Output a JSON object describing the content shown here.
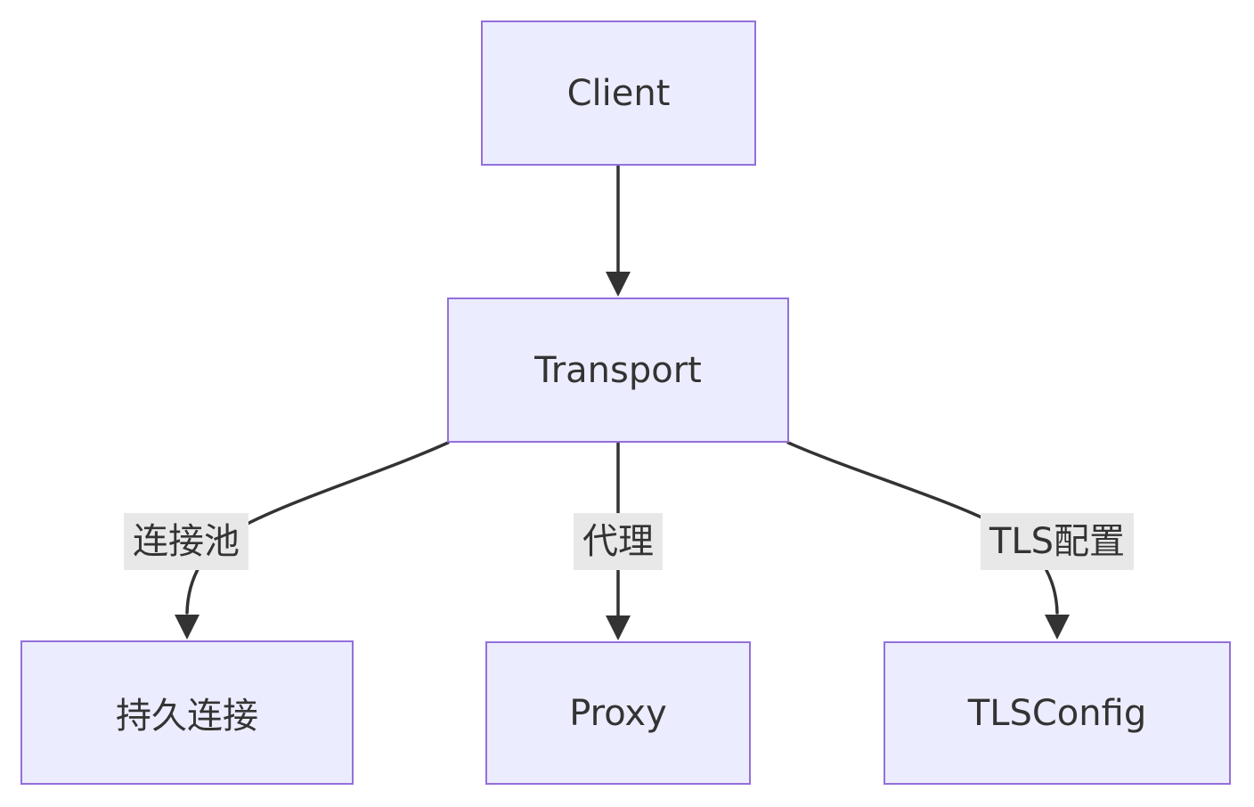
{
  "diagram": {
    "type": "flowchart",
    "direction": "top-down",
    "nodes": [
      {
        "id": "client",
        "label": "Client"
      },
      {
        "id": "transport",
        "label": "Transport"
      },
      {
        "id": "persistent",
        "label": "持久连接"
      },
      {
        "id": "proxy",
        "label": "Proxy"
      },
      {
        "id": "tlsconfig",
        "label": "TLSConfig"
      }
    ],
    "edges": [
      {
        "from": "Client",
        "to": "Transport",
        "label": ""
      },
      {
        "from": "Transport",
        "to": "持久连接",
        "label": "连接池"
      },
      {
        "from": "Transport",
        "to": "Proxy",
        "label": "代理"
      },
      {
        "from": "Transport",
        "to": "TLSConfig",
        "label": "TLS配置"
      }
    ],
    "colors": {
      "node_fill": "#ECECFF",
      "node_border": "#9370DB",
      "edge": "#333333",
      "label_bg": "#e8e8e8",
      "text": "#333333"
    }
  }
}
